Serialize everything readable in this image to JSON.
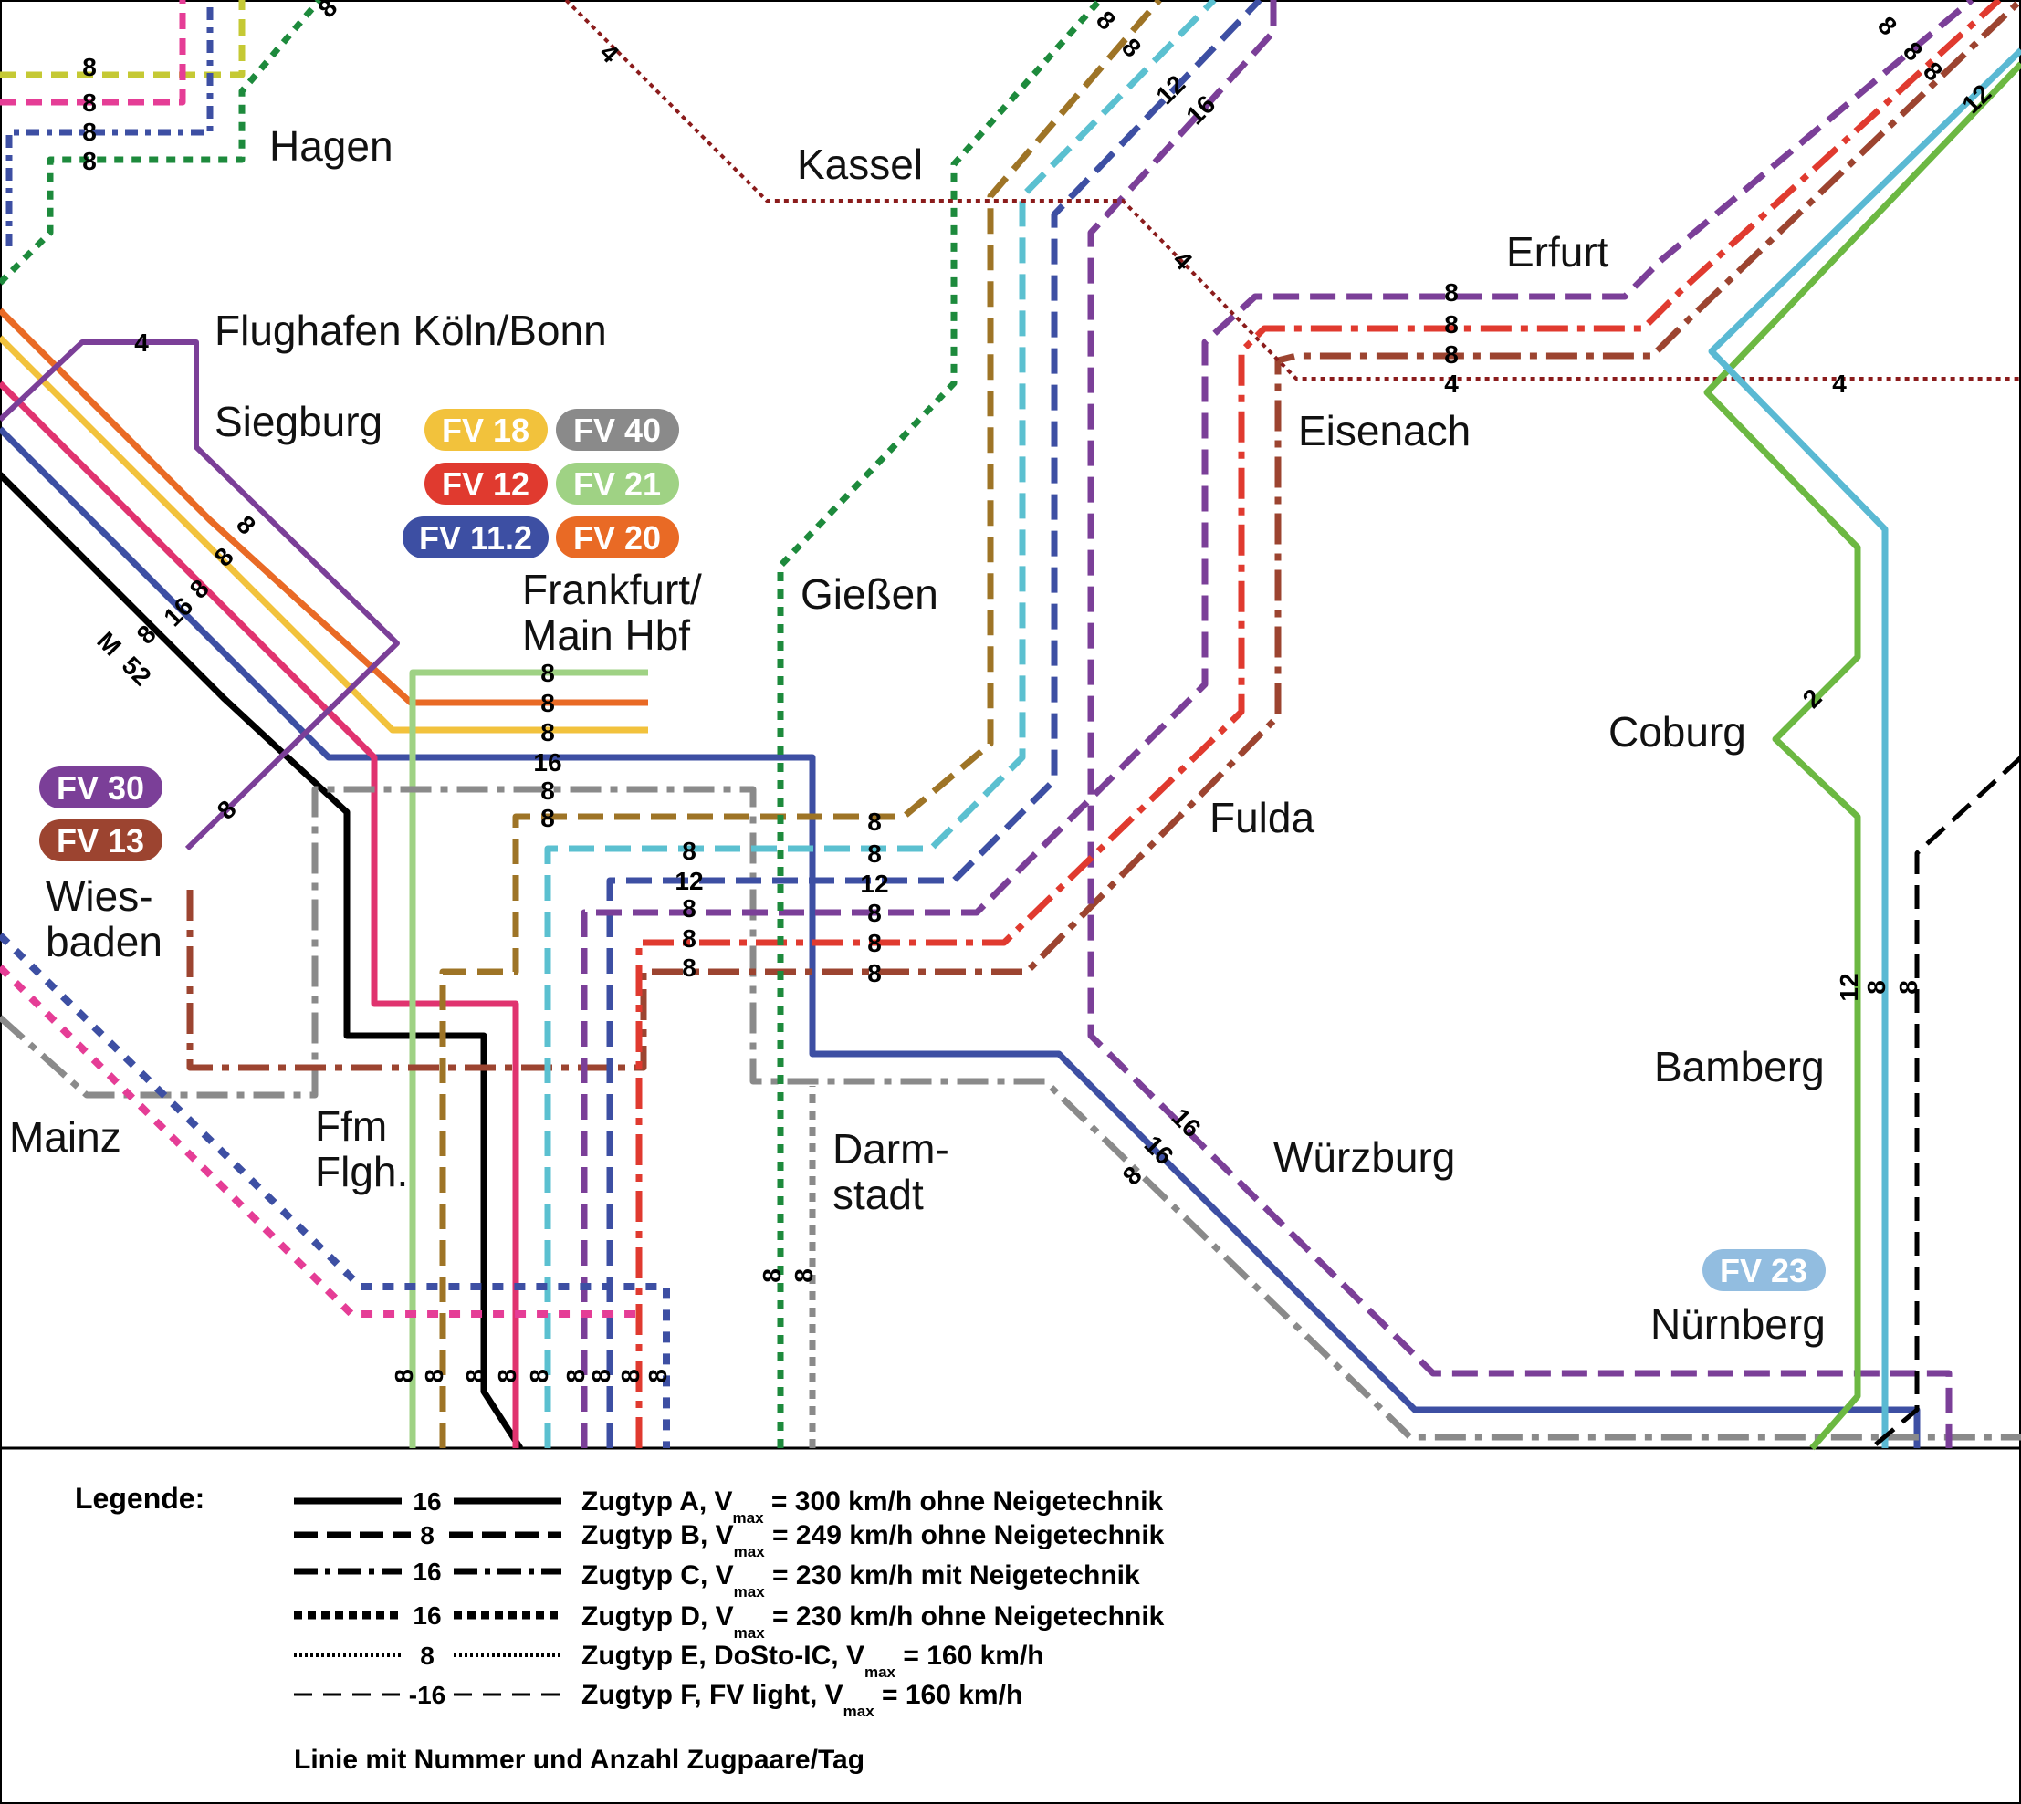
{
  "cities": [
    {
      "id": "hagen",
      "text": "Hagen"
    },
    {
      "id": "kassel",
      "text": "Kassel"
    },
    {
      "id": "erfurt",
      "text": "Erfurt"
    },
    {
      "id": "eisenach",
      "text": "Eisenach"
    },
    {
      "id": "koeln-bonn",
      "text": "Flughafen Köln/Bonn"
    },
    {
      "id": "siegburg",
      "text": "Siegburg"
    },
    {
      "id": "frankfurt-1",
      "text": "Frankfurt/"
    },
    {
      "id": "frankfurt-2",
      "text": "Main Hbf"
    },
    {
      "id": "giessen",
      "text": "Gießen"
    },
    {
      "id": "coburg",
      "text": "Coburg"
    },
    {
      "id": "fulda",
      "text": "Fulda"
    },
    {
      "id": "wiesbaden-1",
      "text": "Wies-"
    },
    {
      "id": "wiesbaden-2",
      "text": "baden"
    },
    {
      "id": "mainz",
      "text": "Mainz"
    },
    {
      "id": "ffm-1",
      "text": "Ffm"
    },
    {
      "id": "ffm-2",
      "text": "Flgh."
    },
    {
      "id": "darmstadt-1",
      "text": "Darm-"
    },
    {
      "id": "darmstadt-2",
      "text": "stadt"
    },
    {
      "id": "wuerzburg",
      "text": "Würzburg"
    },
    {
      "id": "bamberg",
      "text": "Bamberg"
    },
    {
      "id": "nuernberg",
      "text": "Nürnberg"
    }
  ],
  "lines": [
    {
      "id": "FV 18",
      "color": "#f2c23c",
      "text_color": "#ffffff"
    },
    {
      "id": "FV 40",
      "color": "#8a8a8a",
      "text_color": "#ffffff"
    },
    {
      "id": "FV 12",
      "color": "#e03a2f",
      "text_color": "#ffffff"
    },
    {
      "id": "FV 21",
      "color": "#9fd284",
      "text_color": "#ffffff"
    },
    {
      "id": "FV 11.2",
      "color": "#3d4fa3",
      "text_color": "#ffffff"
    },
    {
      "id": "FV 20",
      "color": "#e96a25",
      "text_color": "#ffffff"
    },
    {
      "id": "FV 30",
      "color": "#7b3f98",
      "text_color": "#ffffff"
    },
    {
      "id": "FV 13",
      "color": "#9c4430",
      "text_color": "#ffffff"
    },
    {
      "id": "FV 23",
      "color": "#92bde0",
      "text_color": "#ffffff"
    }
  ],
  "line_colors": {
    "black": "#000000",
    "orange": "#e96a25",
    "yellow": "#f2c23c",
    "purple": "#7b3f98",
    "blue": "#3d4fa3",
    "magenta": "#e0336f",
    "lightgreen": "#9fd284",
    "gray": "#8a8a8a",
    "ochre": "#9e7426",
    "cyan": "#5bc0d0",
    "red": "#e03a2f",
    "brown": "#9c4430",
    "green": "#1d8a3c",
    "olive": "#c5c934",
    "lime": "#6cb842",
    "teal": "#5ab9d3",
    "darkred": "#8b1c1c",
    "pink": "#e53d96"
  },
  "counts": [
    "8",
    "8",
    "8",
    "8",
    "8",
    "4",
    "8",
    "8",
    "12",
    "16",
    "8",
    "8",
    "8",
    "12",
    "4",
    "8",
    "8",
    "8",
    "4",
    "4",
    "8",
    "8",
    "16",
    "8",
    "8",
    "M",
    "52",
    "4",
    "8",
    "8",
    "8",
    "16",
    "8",
    "8",
    "8",
    "8",
    "8",
    "12",
    "12",
    "8",
    "8",
    "8",
    "8",
    "8",
    "8",
    "2",
    "12",
    "8",
    "8",
    "16",
    "16",
    "8",
    "8",
    "8",
    "8",
    "8",
    "8",
    "8",
    "8",
    "8",
    "8",
    "8",
    "8"
  ],
  "legend": {
    "title": "Legende:",
    "rows": [
      {
        "count": "16",
        "label": "Zugtyp A, V",
        "sub": "max",
        "rest": " = 300 km/h ohne Neigetechnik"
      },
      {
        "count": "8",
        "label": "Zugtyp B, V",
        "sub": "max",
        "rest": " = 249 km/h ohne Neigetechnik"
      },
      {
        "count": "16",
        "label": "Zugtyp C, V",
        "sub": "max",
        "rest": " = 230 km/h mit Neigetechnik"
      },
      {
        "count": "16",
        "label": "Zugtyp D, V",
        "sub": "max",
        "rest": " = 230 km/h ohne Neigetechnik"
      },
      {
        "count": "8",
        "label": "Zugtyp E, DoSto-IC, V",
        "sub": "max",
        "rest": " = 160 km/h"
      },
      {
        "count": "-16",
        "label": "Zugtyp F, FV light, V",
        "sub": "max",
        "rest": " = 160 km/h"
      }
    ],
    "footer": "Linie mit Nummer und Anzahl Zugpaare/Tag"
  }
}
